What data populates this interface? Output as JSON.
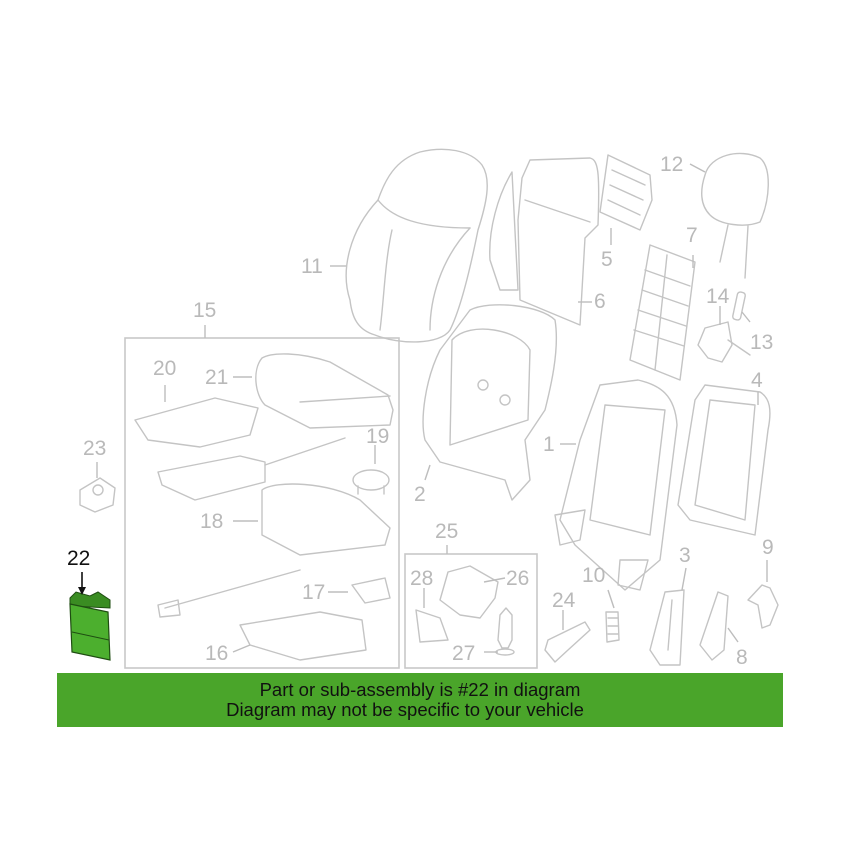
{
  "diagram": {
    "title": "Seat assembly exploded parts diagram",
    "highlighted_part": "22",
    "highlight_color": "#4caf2e",
    "callouts": [
      {
        "id": "1",
        "label": "1"
      },
      {
        "id": "2",
        "label": "2"
      },
      {
        "id": "3",
        "label": "3"
      },
      {
        "id": "4",
        "label": "4"
      },
      {
        "id": "5",
        "label": "5"
      },
      {
        "id": "6",
        "label": "6"
      },
      {
        "id": "7",
        "label": "7"
      },
      {
        "id": "8",
        "label": "8"
      },
      {
        "id": "9",
        "label": "9"
      },
      {
        "id": "10",
        "label": "10"
      },
      {
        "id": "11",
        "label": "11"
      },
      {
        "id": "12",
        "label": "12"
      },
      {
        "id": "13",
        "label": "13"
      },
      {
        "id": "14",
        "label": "14"
      },
      {
        "id": "15",
        "label": "15"
      },
      {
        "id": "16",
        "label": "16"
      },
      {
        "id": "17",
        "label": "17"
      },
      {
        "id": "18",
        "label": "18"
      },
      {
        "id": "19",
        "label": "19"
      },
      {
        "id": "20",
        "label": "20"
      },
      {
        "id": "21",
        "label": "21"
      },
      {
        "id": "22",
        "label": "22"
      },
      {
        "id": "23",
        "label": "23"
      },
      {
        "id": "24",
        "label": "24"
      },
      {
        "id": "25",
        "label": "25"
      },
      {
        "id": "26",
        "label": "26"
      },
      {
        "id": "27",
        "label": "27"
      },
      {
        "id": "28",
        "label": "28"
      }
    ]
  },
  "banner": {
    "line1": "Part or sub-assembly is #22 in diagram",
    "line2": "Diagram may not be specific to your vehicle",
    "background": "#4aa52a"
  }
}
